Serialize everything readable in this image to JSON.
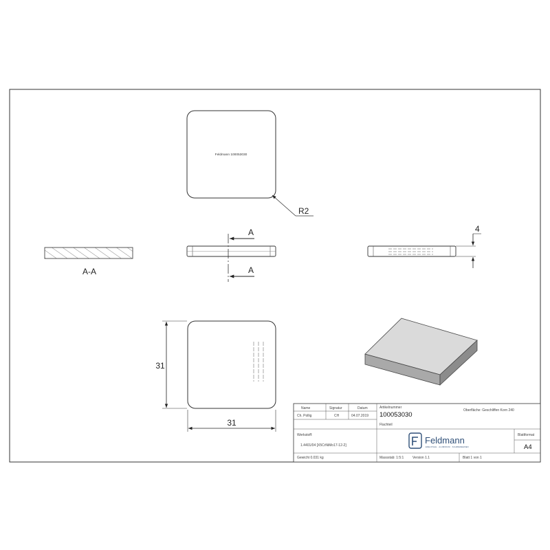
{
  "views": {
    "engraving": "Feldmann 100053030",
    "radius_label": "R2",
    "section_marker": "A",
    "section_label": "A-A",
    "thickness_dim": "4",
    "width_dim": "31",
    "height_dim": "31"
  },
  "title_block": {
    "headers": [
      "Name",
      "Signatur",
      "Datum"
    ],
    "drawn_by": [
      "Ch. Pollig",
      "CH",
      "04.07.2019"
    ],
    "article_number_label": "Artikelnummer",
    "article_number": "100053030",
    "surface": "Oberfläche:  Geschliffen Korn 240",
    "name_label": "Flachteil",
    "material_label": "Werkstoff:",
    "material": "1.4401/04 [X5CrNiMo17-12-2]",
    "weight": "Gewicht 0.031 kg",
    "scale": "Massstab: 1:5:1",
    "version": "Version 1.1",
    "sheet": "Blatt 1 von 1",
    "format_label": "Blattformat",
    "format": "A4",
    "logo_text": "Feldmann",
    "logo_tagline": "EDELSTAHL · ALUMINIUM · SCHMIEDEEISEN"
  }
}
